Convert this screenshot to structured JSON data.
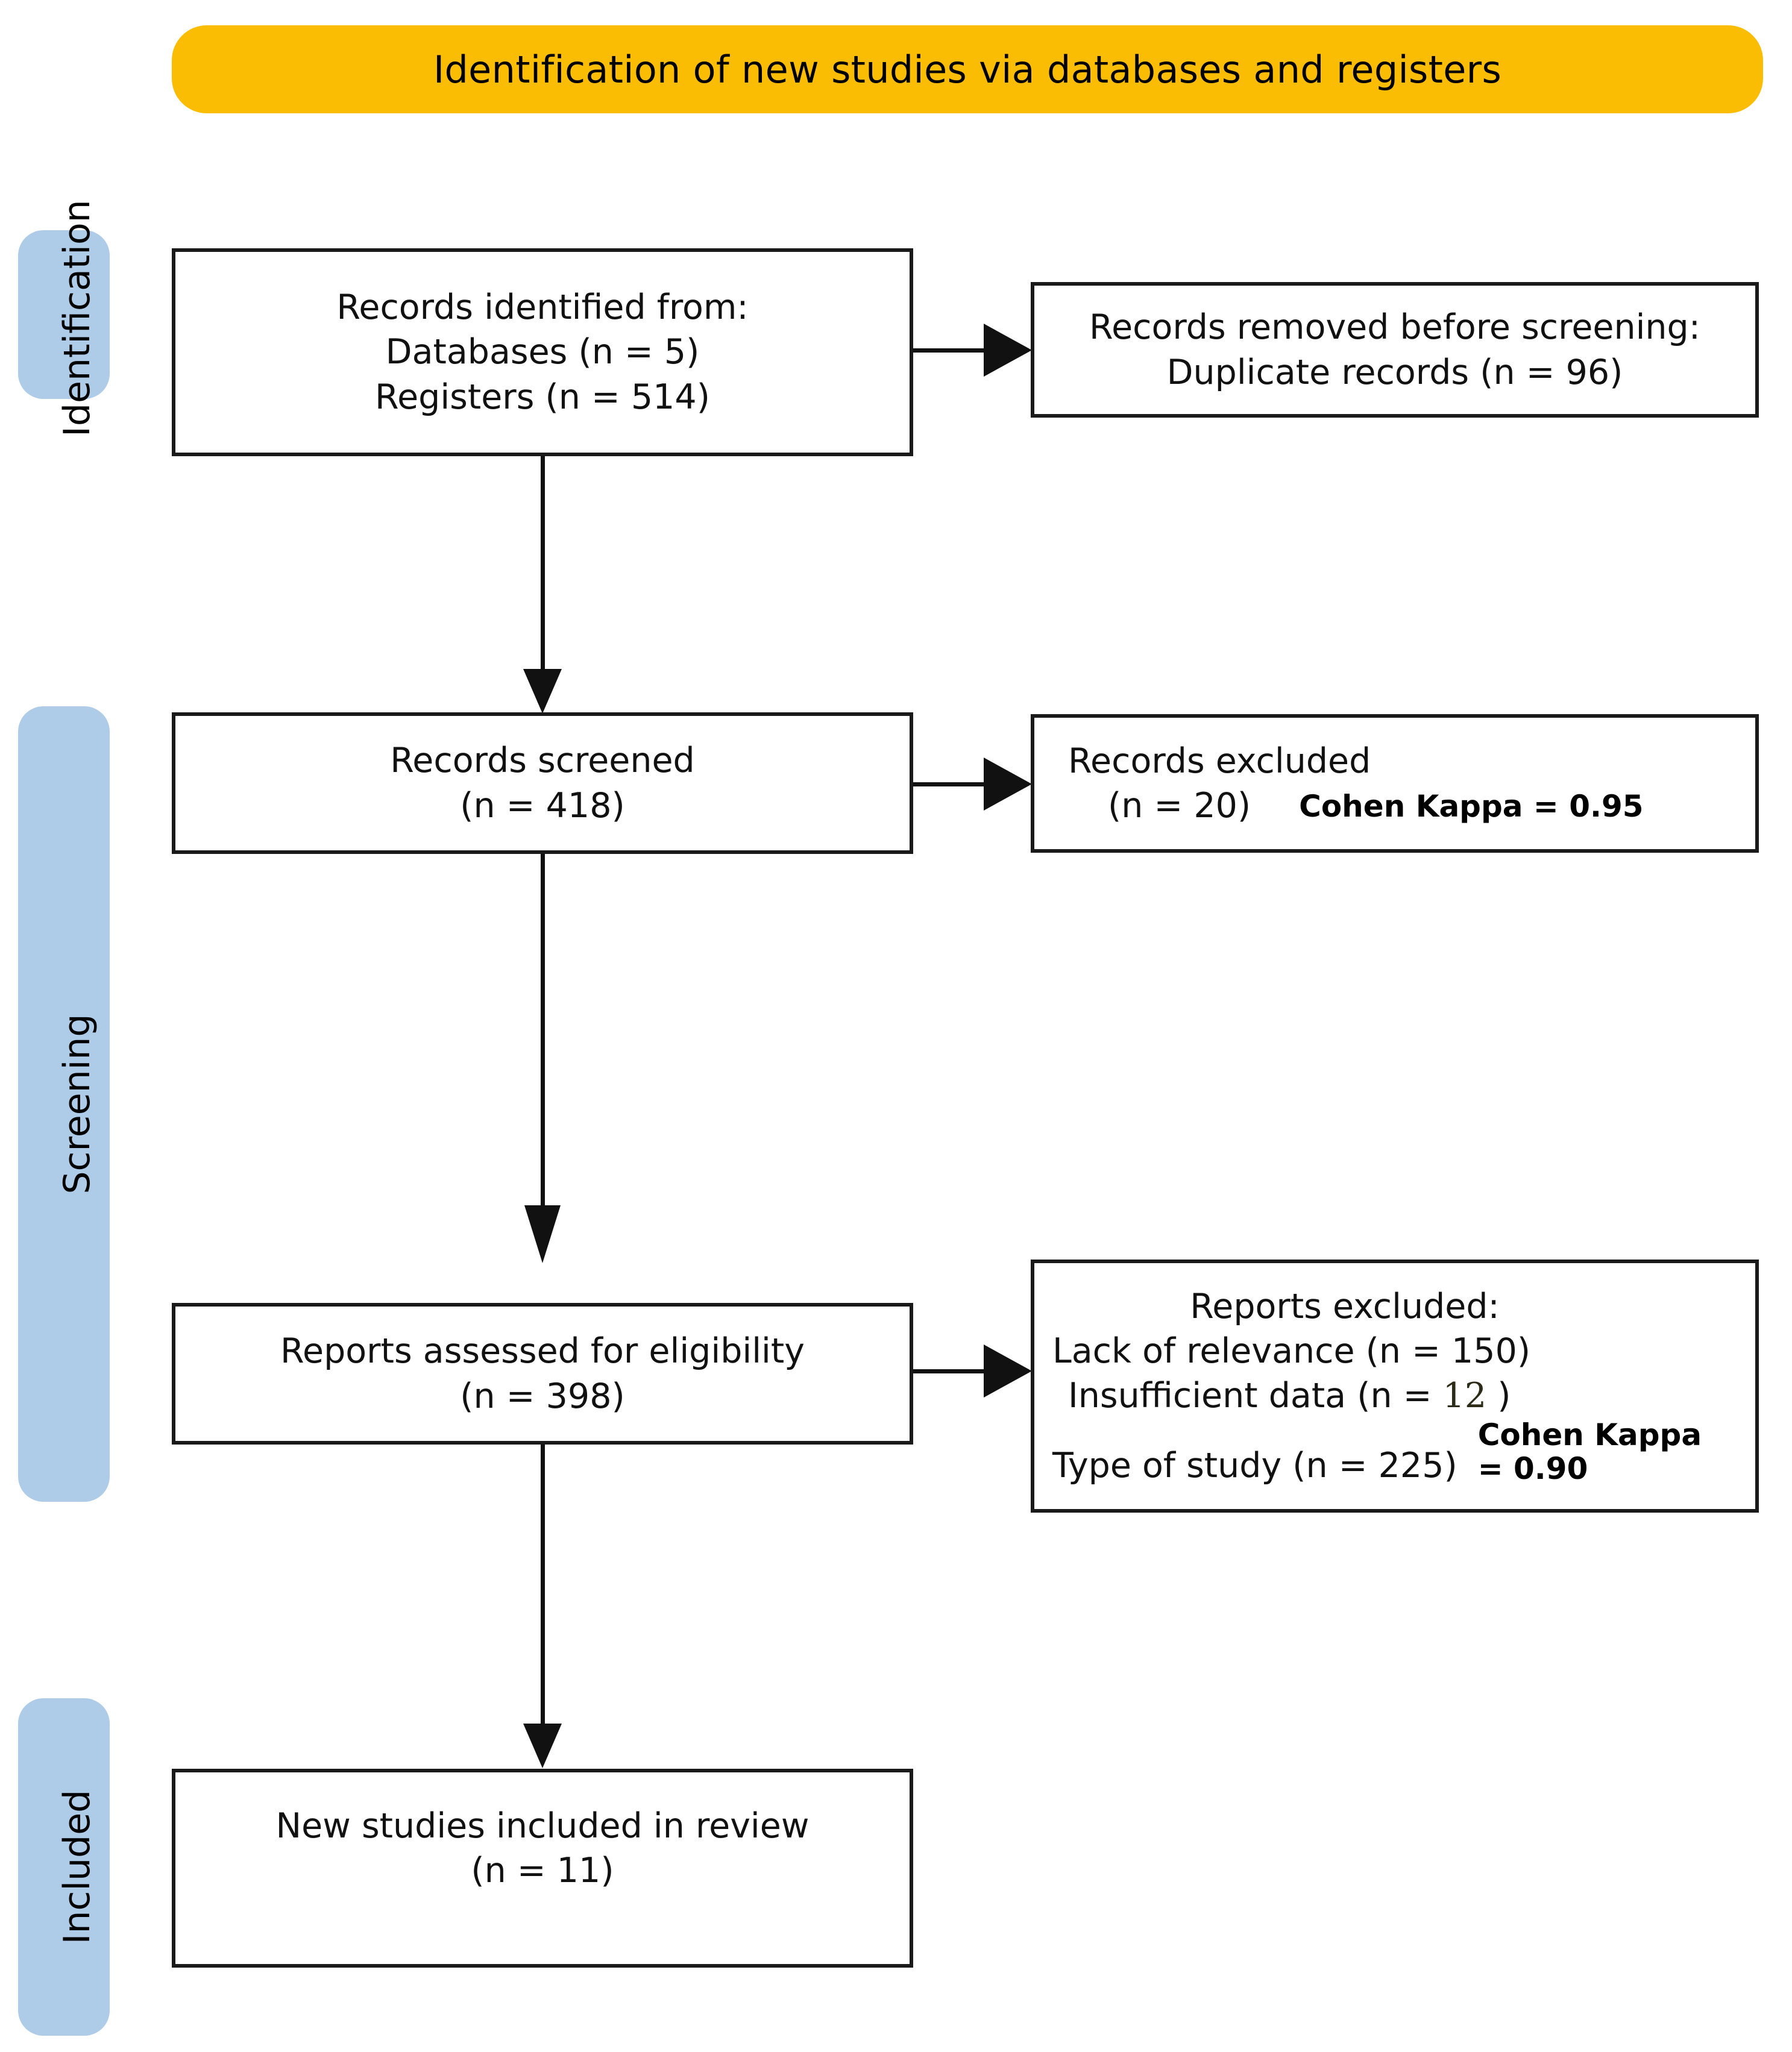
{
  "header": {
    "title": "Identification of new studies via databases and registers",
    "background_color": "#FBBC04",
    "text_color": "#000000"
  },
  "stage_rail": {
    "pill_color": "#AECBE8",
    "stages": [
      {
        "id": "identification",
        "label": "Identification"
      },
      {
        "id": "screening",
        "label": "Screening"
      },
      {
        "id": "included",
        "label": "Included"
      }
    ]
  },
  "boxes": {
    "records_identified": {
      "line1": "Records identified from:",
      "line2": "Databases (n = 5)",
      "line3": "Registers (n = 514)"
    },
    "records_removed": {
      "line1": "Records removed before screening:",
      "line2": "Duplicate records (n = 96)"
    },
    "records_screened": {
      "line1": "Records screened",
      "line2": "(n = 418)"
    },
    "records_excluded": {
      "line1": "Records excluded",
      "line2": "(n = 20)",
      "kappa": "Cohen Kappa = 0.95"
    },
    "reports_assessed": {
      "line1": "Reports assessed for eligibility",
      "line2": "(n = 398)"
    },
    "reports_excluded": {
      "title": "Reports excluded:",
      "reason1": "Lack of relevance (n = 150)",
      "reason2_prefix": "Insufficient data (n = ",
      "reason2_value": "12",
      "reason2_suffix": " )",
      "reason3": "Type of study (n = 225)",
      "kappa_line1": "Cohen Kappa",
      "kappa_line2": "= 0.90"
    },
    "new_studies_included": {
      "line1": "New studies included in review",
      "line2": "(n = 11)"
    }
  },
  "chart_data": {
    "type": "diagram",
    "diagram_kind": "PRISMA 2020 flow diagram",
    "title": "Identification of new studies via databases and registers",
    "stages": [
      "Identification",
      "Screening",
      "Included"
    ],
    "nodes": [
      {
        "id": "records_identified",
        "stage": "Identification",
        "label": "Records identified from",
        "databases_n": 5,
        "registers_n": 514
      },
      {
        "id": "records_removed",
        "stage": "Identification",
        "label": "Records removed before screening",
        "duplicate_records_n": 96
      },
      {
        "id": "records_screened",
        "stage": "Screening",
        "label": "Records screened",
        "n": 418
      },
      {
        "id": "records_excluded",
        "stage": "Screening",
        "label": "Records excluded",
        "n": 20,
        "cohen_kappa": 0.95
      },
      {
        "id": "reports_assessed",
        "stage": "Screening",
        "label": "Reports assessed for eligibility",
        "n": 398
      },
      {
        "id": "reports_excluded",
        "stage": "Screening",
        "label": "Reports excluded",
        "lack_of_relevance_n": 150,
        "insufficient_data_n": 12,
        "type_of_study_n": 225,
        "cohen_kappa": 0.9
      },
      {
        "id": "new_studies_included",
        "stage": "Included",
        "label": "New studies included in review",
        "n": 11
      }
    ],
    "edges": [
      {
        "from": "records_identified",
        "to": "records_removed",
        "direction": "right"
      },
      {
        "from": "records_identified",
        "to": "records_screened",
        "direction": "down"
      },
      {
        "from": "records_screened",
        "to": "records_excluded",
        "direction": "right"
      },
      {
        "from": "records_screened",
        "to": "reports_assessed",
        "direction": "down"
      },
      {
        "from": "reports_assessed",
        "to": "reports_excluded",
        "direction": "right"
      },
      {
        "from": "reports_assessed",
        "to": "new_studies_included",
        "direction": "down"
      }
    ]
  }
}
